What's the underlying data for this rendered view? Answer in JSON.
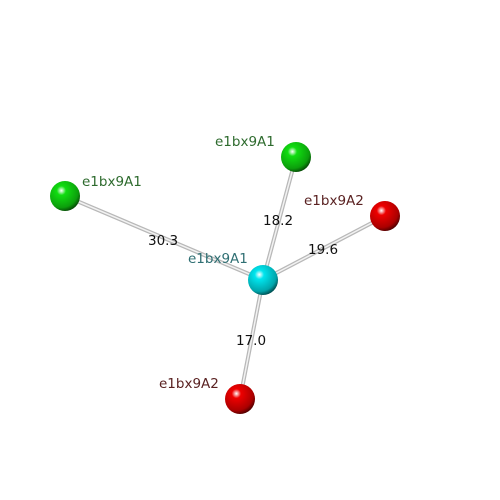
{
  "nodes": [
    {
      "id": "center",
      "label": "e1bx9A1",
      "color": "#00e5ee",
      "label_color": "#2f6f73"
    },
    {
      "id": "top",
      "label": "e1bx9A1",
      "color": "#11dd11",
      "label_color": "#2e6b2e"
    },
    {
      "id": "left",
      "label": "e1bx9A1",
      "color": "#11dd11",
      "label_color": "#2e6b2e"
    },
    {
      "id": "right",
      "label": "e1bx9A2",
      "color": "#ee0000",
      "label_color": "#5a2222"
    },
    {
      "id": "bottom",
      "label": "e1bx9A2",
      "color": "#ee0000",
      "label_color": "#5a2222"
    }
  ],
  "edges": [
    {
      "from": "center",
      "to": "top",
      "label": "18.2"
    },
    {
      "from": "center",
      "to": "left",
      "label": "30.3"
    },
    {
      "from": "center",
      "to": "right",
      "label": "19.6"
    },
    {
      "from": "center",
      "to": "bottom",
      "label": "17.0"
    }
  ]
}
